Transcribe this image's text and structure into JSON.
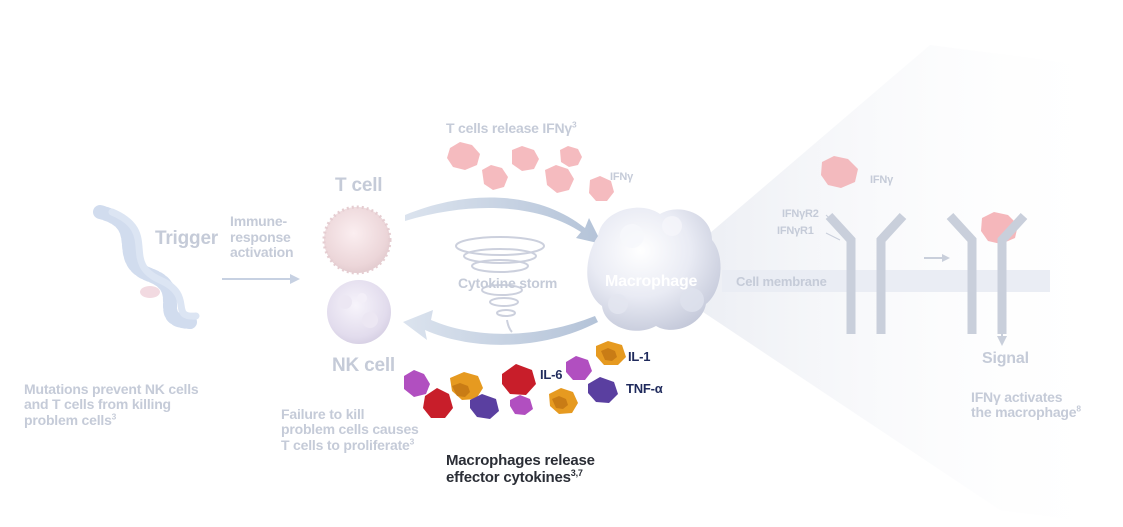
{
  "diagram": {
    "trigger": {
      "label": "Trigger"
    },
    "mutations_note": {
      "text": "Mutations prevent NK cells\nand T cells from killing\nproblem cells",
      "sup": "3"
    },
    "immune_response": {
      "text": "Immune-\nresponse\nactivation"
    },
    "t_cell": {
      "label": "T cell"
    },
    "nk_cell": {
      "label": "NK cell"
    },
    "failure_note": {
      "text": "Failure to kill\nproblem cells causes\nT cells to proliferate",
      "sup": "3"
    },
    "t_cells_release": {
      "text": "T cells release IFNγ",
      "sup": "3"
    },
    "ifn_label": "IFNγ",
    "cytokine_storm": "Cytokine storm",
    "macrophage": "Macrophage",
    "cytokines": {
      "il1": "IL-1",
      "il6": "IL-6",
      "tnfa": "TNF-α"
    },
    "macrophages_release": {
      "text": "Macrophages release\neffector cytokines",
      "sup": "3,7"
    },
    "inset": {
      "ifn_label": "IFNγ",
      "receptor1": "IFNγR2",
      "receptor2": "IFNγR1",
      "cell_membrane": "Cell membrane",
      "signal": "Signal",
      "activates": {
        "text": "IFNγ activates\nthe macrophage",
        "sup": "8"
      }
    }
  },
  "colors": {
    "faded_text": "#c5cbd8",
    "dark_text": "#2b2e36",
    "navy_text": "#1f2a5c",
    "arrow_grey": "#b9c6d9",
    "ifn_pink": "#f2a5aa",
    "receptor_grey": "#c9cfdb",
    "membrane": "#eaedf4",
    "il1_orange": "#e69a20",
    "il6_red": "#c81e2a",
    "tnf_purple": "#5a3fa0",
    "misc_magenta": "#b14fc0"
  }
}
